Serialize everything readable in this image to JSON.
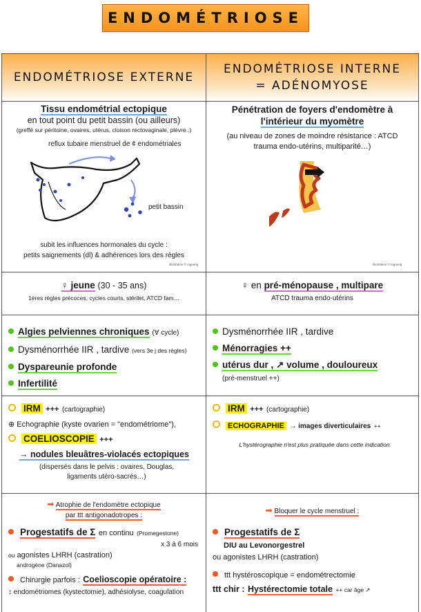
{
  "title": "ENDOMÉTRIOSE",
  "columns": {
    "left_header": "ENDOMÉTRIOSE EXTERNE",
    "right_header_line1": "ENDOMÉTRIOSE INTERNE",
    "right_header_line2": "= ADÉNOMYOSE"
  },
  "definition": {
    "left": {
      "title": "Tissu endométrial ectopique",
      "subtitle": "en tout point du petit bassin (ou ailleurs)",
      "detail": "(greffé sur péritoine, ovaires, utérus, cloison rectovaginale, plèvre..)",
      "reflux_label": "reflux tubaire menstruel de ¢ endométriales",
      "pelvis_label": "petit bassin",
      "influence_line1": "subit les influences hormonales du cycle :",
      "influence_line2": "petits saignements (dl)  &  adhérences lors des règles",
      "credit": "illustration © mgueraj"
    },
    "right": {
      "title_line1": "Pénétration de foyers d'endomètre à",
      "title_line2": "l'intérieur du myomètre",
      "detail_line1": "(au niveau de zones de moindre résistance : ATCD",
      "detail_line2": "trauma endo-utérins, multiparité…)",
      "credit": "illustration © mgueraj"
    }
  },
  "terrain": {
    "left": {
      "symbol": "♀",
      "label": "jeune",
      "age": "(30 - 35 ans)",
      "detail": "1ères règles précoces, cycles courts, stérilet, ATCD fam…"
    },
    "right": {
      "symbol": "♀",
      "prefix": "en",
      "label": "pré-ménopause ,  multipare",
      "detail": "ATCD  trauma endo-utérins"
    }
  },
  "symptoms": {
    "left": [
      {
        "text": "Algies pelviennes chroniques",
        "note": "(∀ cycle)"
      },
      {
        "text": "Dysménorrhée IIR , tardive",
        "note": "(vers 3e j des règles)"
      },
      {
        "text": "Dyspareunie profonde",
        "note": ""
      },
      {
        "text": "Infertilité",
        "note": ""
      }
    ],
    "right": [
      {
        "text": "Dysménorrhée IIR , tardive",
        "note": ""
      },
      {
        "text": "Ménorragies ++",
        "note": ""
      },
      {
        "text": "utérus dur ,  ↗ volume , douloureux",
        "note": ""
      },
      {
        "text": "",
        "note": "(pré-menstruel ++)"
      }
    ]
  },
  "diagnosis": {
    "left": {
      "irm": "IRM",
      "irm_plus": "+++",
      "irm_note": "(cartographie)",
      "echo": "⊕ Echographie (kyste ovarien = \"endométriome\"),",
      "coelio": "COELIOSCOPIE",
      "coelio_plus": "+++",
      "nodules": "→ nodules bleuâtres-violacés ectopiques",
      "spread_line1": "(dispersés dans le pelvis : ovaires, Douglas,",
      "spread_line2": "ligaments utéro-sacrés…)"
    },
    "right": {
      "irm": "IRM",
      "irm_plus": "+++",
      "irm_note": "(cartographie)",
      "echo": "ECHOGRAPHIE",
      "echo_result": "→ images diverticulaires",
      "echo_plus": "++",
      "hystero": "L'hystérographie n'est plus pratiquée dans cette indication"
    }
  },
  "treatment": {
    "left": {
      "header_line1": "Atrophie de l'endomètre ectopique",
      "header_line2": "par ttt antigonadotropes :",
      "progestatifs": "Progestatifs de Σ",
      "progestatifs_note": "en continu",
      "progestatifs_example": "(Promegestone)",
      "duration": "x 3 à 6 mois",
      "agonistes_prefix": "ou",
      "agonistes": "agonistes LHRH  (castration)",
      "androgene": "androgène (Danazol)",
      "surgery_prefix": "Chirurgie parfois :",
      "surgery": "Coelioscopie opératoire :",
      "surgery_detail": "↕ endométriomes (kystectomie), adhésiolyse, coagulation"
    },
    "right": {
      "header": "Bloquer le cycle menstruel :",
      "progestatifs": "Progestatifs de Σ",
      "diu": "DIU au Levonorgestrel",
      "agonistes": "ou agonistes LHRH  (castration)",
      "hystero": "ttt hystéroscopique = endométrectomie",
      "chir_prefix": "ttt chir :",
      "chir": "Hystérectomie totale",
      "chir_note": "++ car âge ↗"
    }
  },
  "colors": {
    "title_bg": "#f7941d",
    "header_grad": "#fbb04c",
    "green": "#52c41a",
    "yellow": "#fff200",
    "red": "#f05a28",
    "blue_underline": "#6aa7e0",
    "pink_underline": "#d36bcf"
  }
}
